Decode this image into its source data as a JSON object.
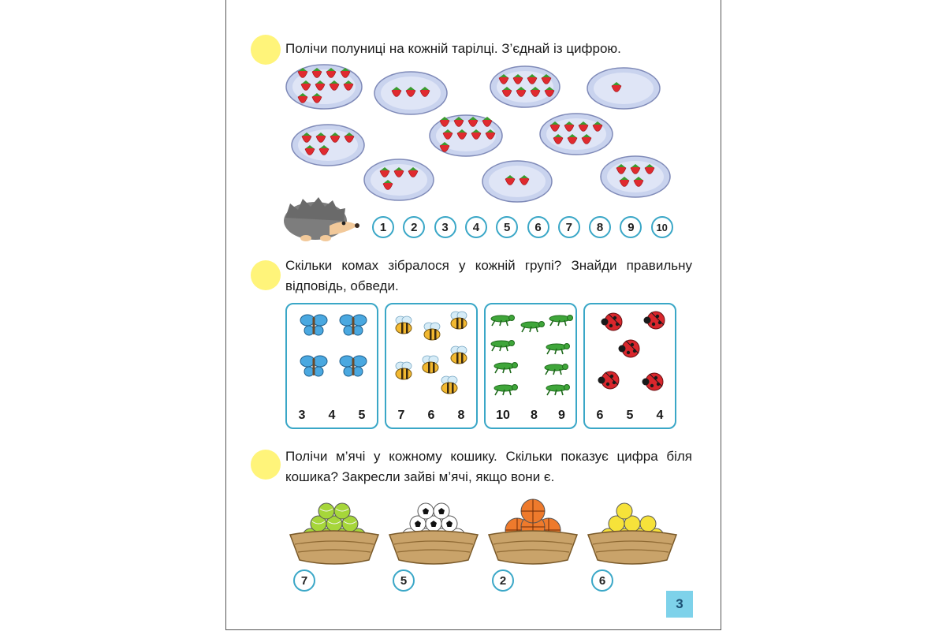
{
  "tasks": [
    {
      "text": "Полічи полуниці на кожній тарілці. З’єднай із цифрою."
    },
    {
      "text": "Скільки комах зібралося у кожній групі? Знайди правильну відповідь, обведи."
    },
    {
      "text": "Полічи м’ячі у кожному кошику. Скільки показує цифра біля кошика? Закресли зайві м’ячі, якщо вони є."
    }
  ],
  "plates": [
    {
      "strawberries": 10
    },
    {
      "strawberries": 3
    },
    {
      "strawberries": 8
    },
    {
      "strawberries": 1
    },
    {
      "strawberries": 6
    },
    {
      "strawberries": 9
    },
    {
      "strawberries": 7
    },
    {
      "strawberries": 4
    },
    {
      "strawberries": 2
    },
    {
      "strawberries": 5
    }
  ],
  "number_row": [
    "1",
    "2",
    "3",
    "4",
    "5",
    "6",
    "7",
    "8",
    "9",
    "10"
  ],
  "insect_groups": [
    {
      "insect": "butterfly-icon",
      "count": 4,
      "options": [
        "3",
        "4",
        "5"
      ],
      "color": "#4aa8e0"
    },
    {
      "insect": "bee-icon",
      "count": 7,
      "options": [
        "7",
        "6",
        "8"
      ],
      "color": "#f2b830"
    },
    {
      "insect": "grasshopper-icon",
      "count": 9,
      "options": [
        "10",
        "8",
        "9"
      ],
      "color": "#3fa63a"
    },
    {
      "insect": "ladybug-icon",
      "count": 5,
      "options": [
        "6",
        "5",
        "4"
      ],
      "color": "#d9262c"
    }
  ],
  "baskets": [
    {
      "ball": "tennis-ball-icon",
      "label": "7",
      "balls": 9,
      "color": "#a6d63a"
    },
    {
      "ball": "soccer-ball-icon",
      "label": "5",
      "balls": 9,
      "color": "#ffffff"
    },
    {
      "ball": "basketball-icon",
      "label": "2",
      "balls": 4,
      "color": "#ee7a2c"
    },
    {
      "ball": "lemon-ball-icon",
      "label": "6",
      "balls": 8,
      "color": "#f6e23a"
    }
  ],
  "page_number": "3"
}
